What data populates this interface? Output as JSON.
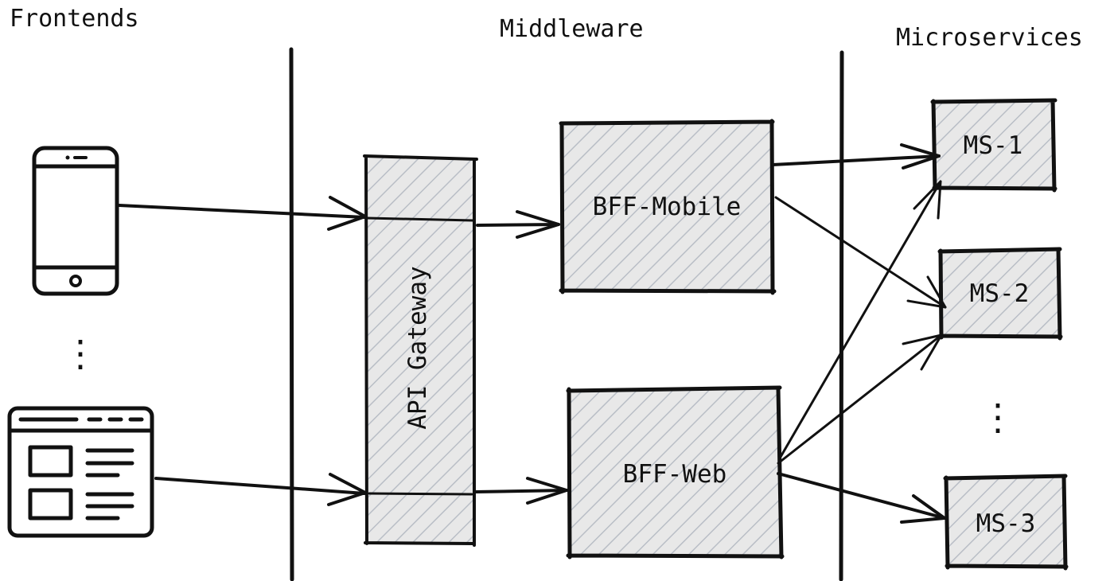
{
  "headers": {
    "frontends": "Frontends",
    "middleware": "Middleware",
    "microservices": "Microservices"
  },
  "nodes": {
    "api_gateway": "API Gateway",
    "bff_mobile": "BFF-Mobile",
    "bff_web": "BFF-Web",
    "ms_1": "MS-1",
    "ms_2": "MS-2",
    "ms_3": "MS-3"
  },
  "icons": {
    "mobile_client": "mobile-phone-icon",
    "web_client": "browser-window-icon"
  },
  "ellipses": {
    "frontends": "⋮",
    "microservices": "⋮"
  },
  "colors": {
    "ink": "#111111",
    "box_fill": "#e8e8e8",
    "hatch": "#b9bec6",
    "background": "#ffffff"
  }
}
